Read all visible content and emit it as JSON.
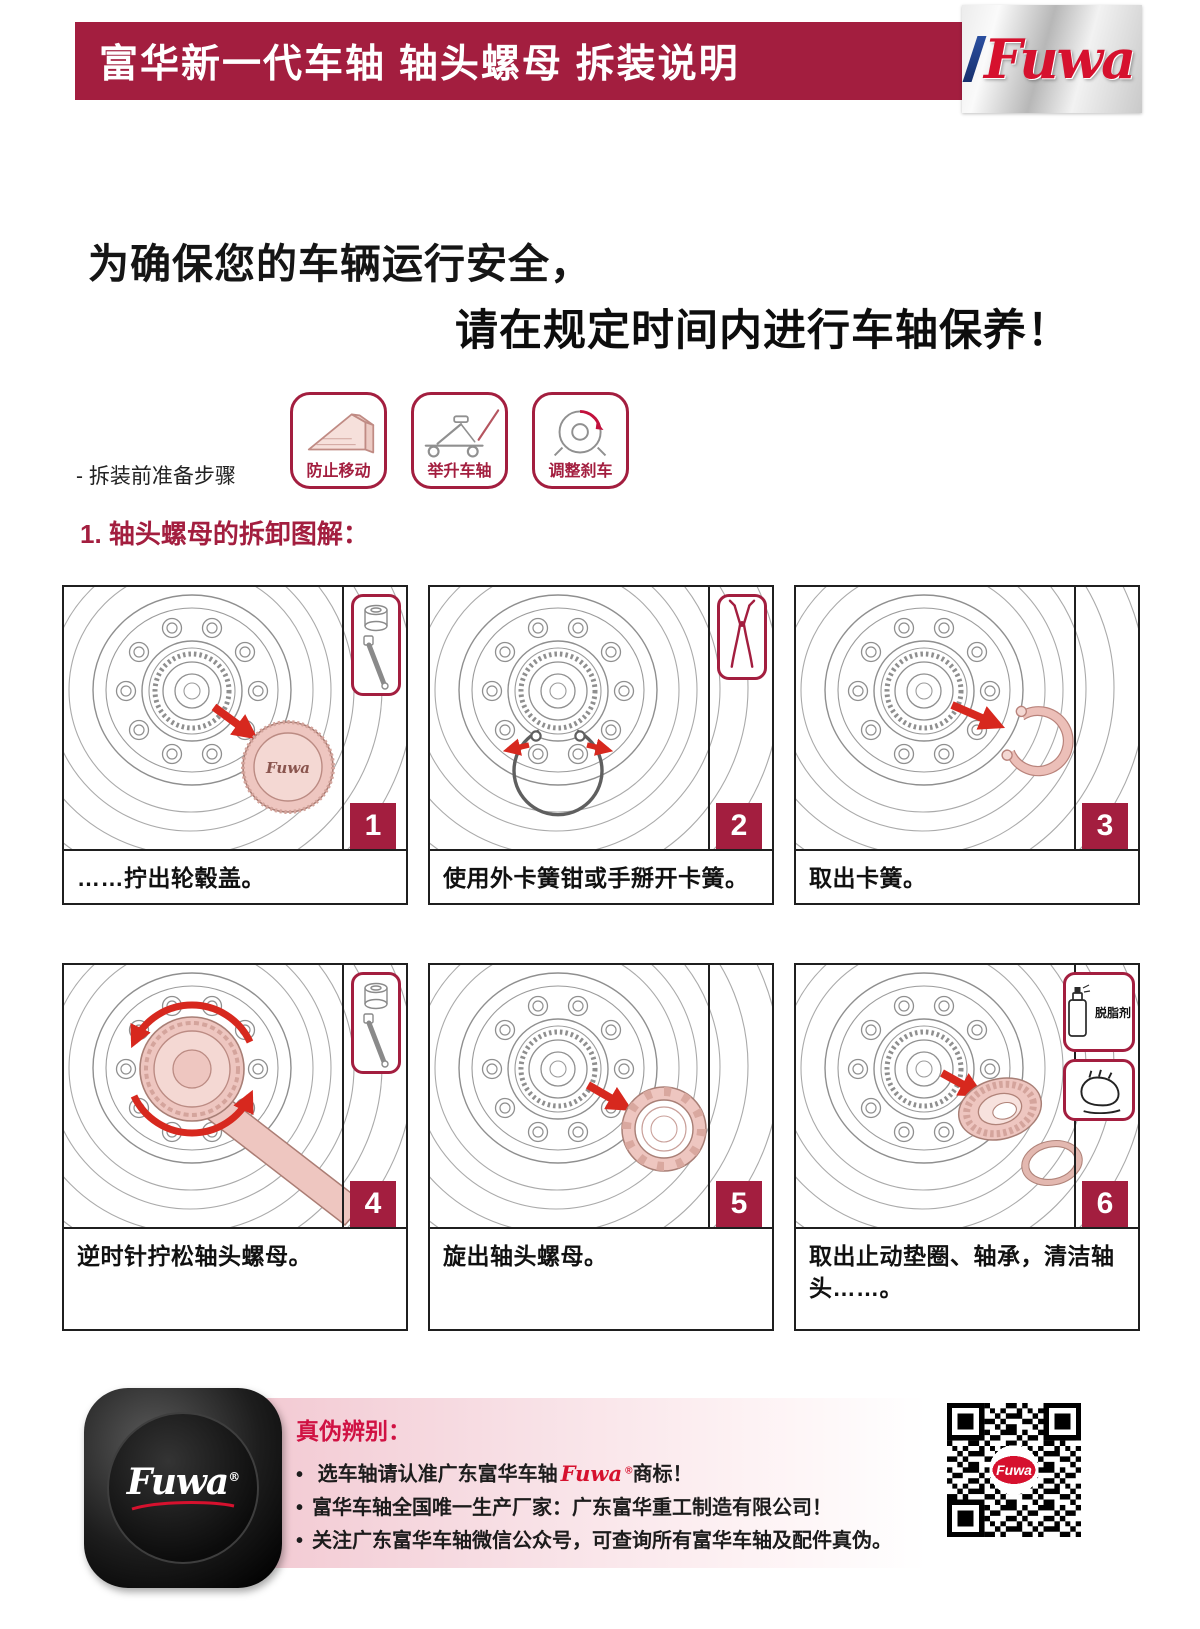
{
  "page": {
    "title": "富华新一代车轴 轴头螺母 拆装说明",
    "brand": "Fuwa"
  },
  "intro": {
    "line1": "为确保您的车辆运行安全，",
    "line2": "请在规定时间内进行车轴保养！"
  },
  "prep": {
    "label": "- 拆装前准备步骤",
    "items": [
      {
        "label": "防止移动"
      },
      {
        "label": "举升车轴"
      },
      {
        "label": "调整刹车"
      }
    ]
  },
  "section_title": "1. 轴头螺母的拆卸图解：",
  "steps": [
    {
      "num": "1",
      "caption": "……拧出轮毂盖。",
      "cap_logo": "Fuwa"
    },
    {
      "num": "2",
      "caption": "使用外卡簧钳或手掰开卡簧。"
    },
    {
      "num": "3",
      "caption": "取出卡簧。"
    },
    {
      "num": "4",
      "caption": "逆时针拧松轴头螺母。"
    },
    {
      "num": "5",
      "caption": "旋出轴头螺母。"
    },
    {
      "num": "6",
      "caption": "取出止动垫圈、轴承，清洁轴头……。",
      "tool_label": "脱脂剂"
    }
  ],
  "footer": {
    "hubcap_brand": "Fuwa",
    "reg": "®",
    "auth_title": "真伪辨别：",
    "bullet1_pre": "选车轴请认准广东富华车轴",
    "bullet1_logo": "Fuwa",
    "bullet1_post": "商标！",
    "bullet2": "富华车轴全国唯一生产厂家：广东富华重工制造有限公司！",
    "bullet3": "关注广东富华车轴微信公众号，可查询所有富华车轴及配件真伪。",
    "qr_center": "Fuwa"
  },
  "colors": {
    "crimson": "#A31E3F",
    "logo_red": "#D6112E",
    "arrow_red": "#D7281E",
    "part_pink": "#EEC6C0",
    "footer_pink": "#F2C9D2"
  }
}
